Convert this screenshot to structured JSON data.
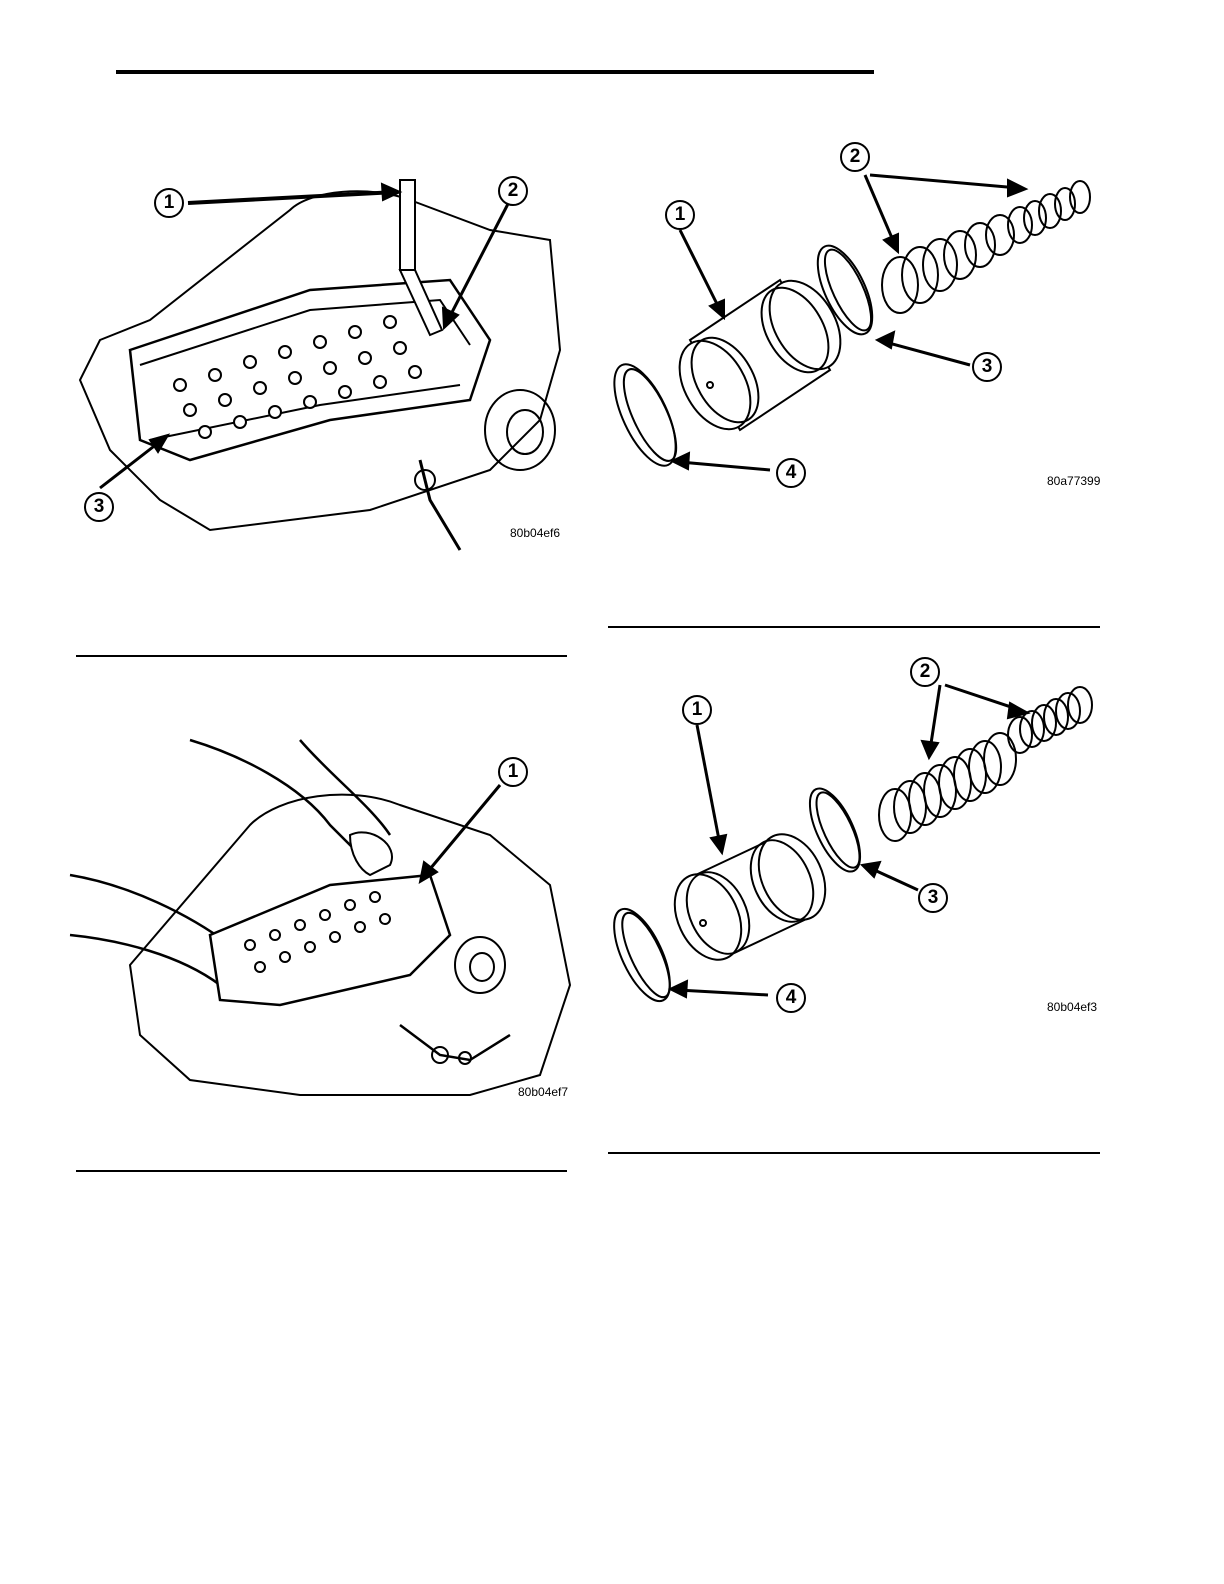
{
  "figures": [
    {
      "code": "80b04ef6",
      "callouts": [
        "1",
        "2",
        "3"
      ]
    },
    {
      "code": "80b04ef7",
      "callouts": [
        "1"
      ]
    },
    {
      "code": "80a77399",
      "callouts": [
        "1",
        "2",
        "3",
        "4"
      ]
    },
    {
      "code": "80b04ef3",
      "callouts": [
        "1",
        "2",
        "3",
        "4"
      ]
    }
  ],
  "colors": {
    "ink": "#000000",
    "paper": "#ffffff"
  }
}
